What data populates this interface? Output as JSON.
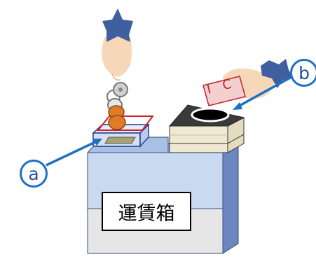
{
  "labels": {
    "box": "運賃箱",
    "callout_a": "a",
    "callout_b": "b",
    "card": "I C"
  },
  "colors": {
    "hand_blue": "#3f5f9e",
    "arm_skin": "#f6d7b8",
    "callout_blue": "#1f6fc4",
    "coin_orange": "#e07b27",
    "coin_silver": "#d0d0d0",
    "card_red": "#c0202a",
    "box_blue": "#c9d9ef",
    "box_gray": "#e6e6e6",
    "reader_beige": "#efe8d2"
  }
}
